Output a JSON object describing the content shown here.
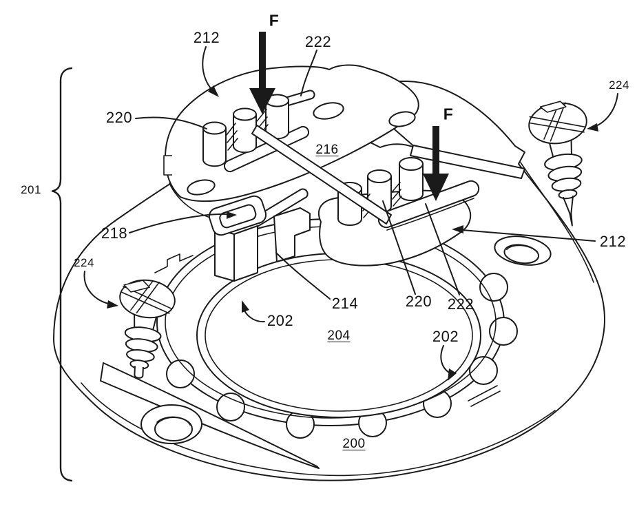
{
  "figure": {
    "kind": "patent-style exploded technical drawing of a circular base ring assembly with pin plates, clamp bar and bone screws",
    "background_color": "#ffffff",
    "line_color": "#1a1a1a",
    "labels": {
      "ref_201": {
        "text": "201"
      },
      "ref_212_top": {
        "text": "212"
      },
      "force_top": {
        "text": "F"
      },
      "ref_222_top": {
        "text": "222"
      },
      "ref_220_top": {
        "text": "220"
      },
      "ref_216": {
        "text": "216"
      },
      "force_right": {
        "text": "F"
      },
      "ref_224_right": {
        "text": "224"
      },
      "ref_218": {
        "text": "218"
      },
      "ref_224_left": {
        "text": "224"
      },
      "ref_212_right": {
        "text": "212"
      },
      "ref_214": {
        "text": "214"
      },
      "ref_220_mid": {
        "text": "220"
      },
      "ref_222_mid": {
        "text": "222"
      },
      "ref_204": {
        "text": "204"
      },
      "ref_202_left": {
        "text": "202"
      },
      "ref_202_right": {
        "text": "202"
      },
      "ref_200": {
        "text": "200"
      }
    }
  }
}
